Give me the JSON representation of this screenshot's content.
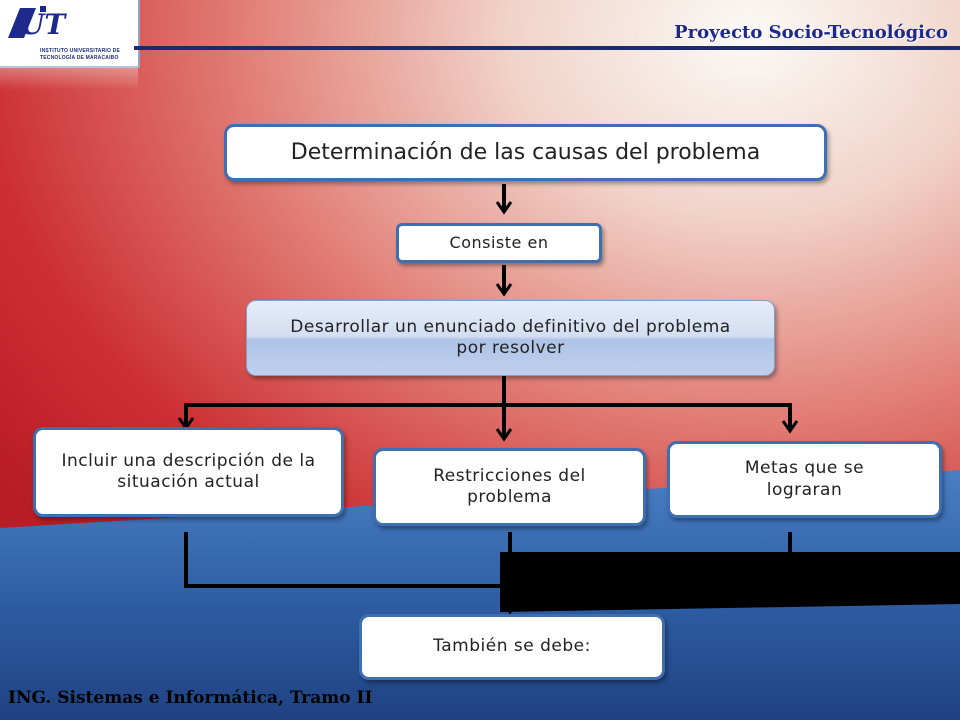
{
  "header": {
    "title": "Proyecto Socio-Tecnológico",
    "logo": {
      "mark": "IUT",
      "line1": "INSTITUTO UNIVERSITARIO DE",
      "line2": "TECNOLOGÍA DE MARACAIBO"
    }
  },
  "diagram": {
    "title": "Determinación de las causas del problema",
    "connector": "Consiste en",
    "definition": "Desarrollar un enunciado definitivo del problema por resolver",
    "branches": [
      "Incluir una descripción de la situación actual",
      "Restricciones del problema",
      "Metas que se lograran"
    ],
    "conclusion": "También se debe:"
  },
  "footer": {
    "text": "ING. Sistemas e Informática, Tramo II"
  },
  "colors": {
    "accent_blue": "#3e6fb0",
    "header_blue": "#1d2a8a",
    "background_red": "#c8252b",
    "background_blue": "#2c5aa0"
  }
}
